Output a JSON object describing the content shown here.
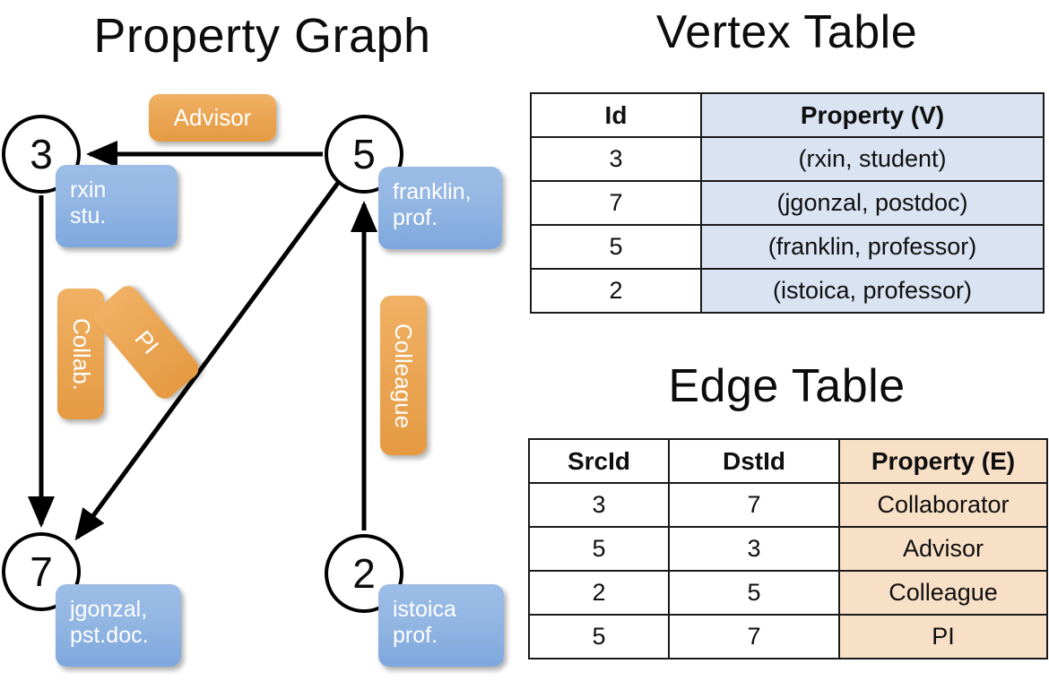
{
  "titles": {
    "graph": "Property Graph",
    "vertex_table": "Vertex Table",
    "edge_table": "Edge Table"
  },
  "graph": {
    "nodes": [
      {
        "id": "3",
        "label": "3",
        "property_line1": "rxin",
        "property_line2": "stu."
      },
      {
        "id": "5",
        "label": "5",
        "property_line1": "franklin,",
        "property_line2": "prof."
      },
      {
        "id": "7",
        "label": "7",
        "property_line1": "jgonzal,",
        "property_line2": "pst.doc."
      },
      {
        "id": "2",
        "label": "2",
        "property_line1": "istoica",
        "property_line2": "prof."
      }
    ],
    "edge_labels": {
      "advisor": "Advisor",
      "collab": "Collab.",
      "pi": "PI",
      "colleague": "Colleague"
    },
    "edges": [
      {
        "src": "5",
        "dst": "3",
        "label": "Advisor"
      },
      {
        "src": "3",
        "dst": "7",
        "label": "Collab."
      },
      {
        "src": "5",
        "dst": "7",
        "label": "PI"
      },
      {
        "src": "2",
        "dst": "5",
        "label": "Colleague"
      }
    ]
  },
  "vertex_table": {
    "headers": [
      "Id",
      "Property (V)"
    ],
    "rows": [
      {
        "id": "3",
        "property": "(rxin, student)"
      },
      {
        "id": "7",
        "property": "(jgonzal, postdoc)"
      },
      {
        "id": "5",
        "property": "(franklin, professor)"
      },
      {
        "id": "2",
        "property": "(istoica, professor)"
      }
    ]
  },
  "edge_table": {
    "headers": [
      "SrcId",
      "DstId",
      "Property (E)"
    ],
    "rows": [
      {
        "src": "3",
        "dst": "7",
        "property": "Collaborator"
      },
      {
        "src": "5",
        "dst": "3",
        "property": "Advisor"
      },
      {
        "src": "2",
        "dst": "5",
        "property": "Colleague"
      },
      {
        "src": "5",
        "dst": "7",
        "property": "PI"
      }
    ]
  },
  "colors": {
    "vertex_box": "#93b6e3",
    "edge_box": "#eaa552",
    "vertex_table_cell": "#d9e3f2",
    "edge_table_cell": "#f8e0c7",
    "stroke": "#000000",
    "background": "#ffffff"
  }
}
